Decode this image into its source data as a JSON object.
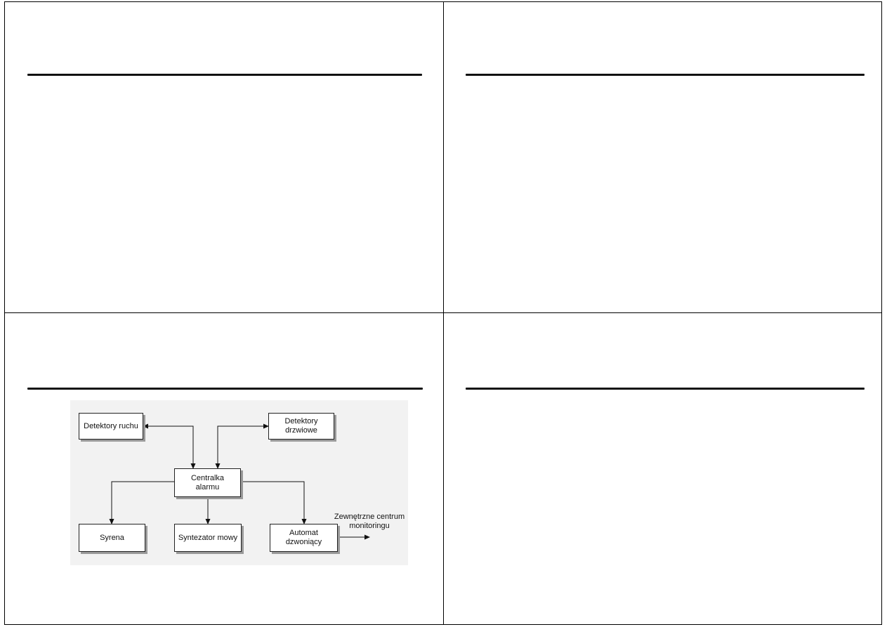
{
  "diagram": {
    "nodes": {
      "motion_detectors": "Detektory ruchu",
      "door_detectors": "Detektory\ndrzwiowe",
      "alarm_panel": "Centralka\nalarmu",
      "siren": "Syrena",
      "speech_synth": "Syntezator mowy",
      "auto_dialer": "Automat\ndzwoniący"
    },
    "external_label": "Zewnętrzne centrum\nmonitoringu"
  }
}
